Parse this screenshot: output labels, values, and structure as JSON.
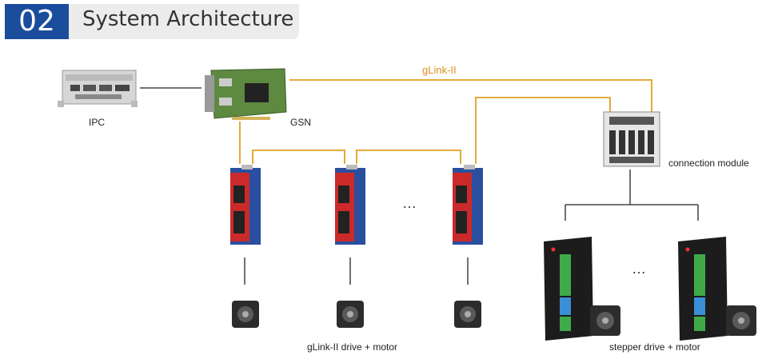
{
  "header": {
    "number": "02",
    "title": "System Architecture"
  },
  "labels": {
    "ipc": "IPC",
    "gsn": "GSN",
    "glink": "gLink-II",
    "connection_module": "connection module",
    "glink_drive_motor": "gLink-II drive + motor",
    "stepper_drive_motor": "stepper drive + motor",
    "ellipsis": "…"
  },
  "colors": {
    "header_blue": "#1a4d9c",
    "glink_orange": "#e0a020",
    "wire_black": "#222222"
  }
}
